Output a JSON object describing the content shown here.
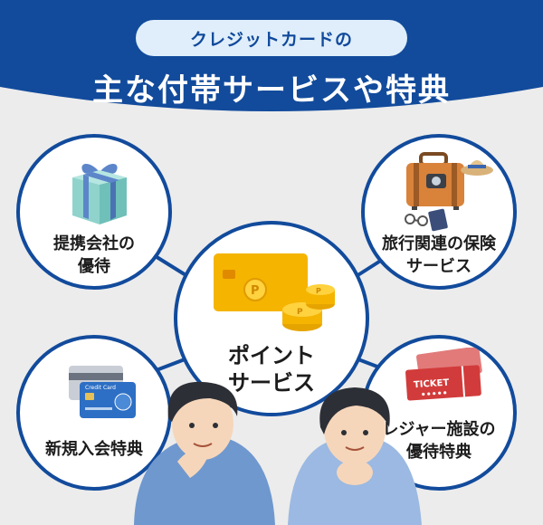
{
  "header": {
    "pill_text": "クレジットカードの",
    "title": "主な付帯サービスや特典"
  },
  "nodes": {
    "gift": {
      "line1": "提携会社の",
      "line2": "優待"
    },
    "travel": {
      "line1": "旅行関連の保険",
      "line2": "サービス"
    },
    "new": {
      "line1": "新規入会特典"
    },
    "leisure": {
      "line1": "レジャー施設の",
      "line2": "優待特典"
    },
    "center": {
      "line1": "ポイント",
      "line2": "サービス"
    }
  },
  "cards": {
    "card_text": "Credit Card"
  },
  "ticket": {
    "label": "TICKET"
  },
  "colors": {
    "navy": "#124b9c",
    "pill_bg": "#dfeefa",
    "page_bg": "#ececec",
    "gold": "#f5b400",
    "teal_gift": "#8fd3cc",
    "ribbon": "#5c86c9",
    "suitcase": "#d8823a",
    "ticket_red": "#d23b3b"
  }
}
